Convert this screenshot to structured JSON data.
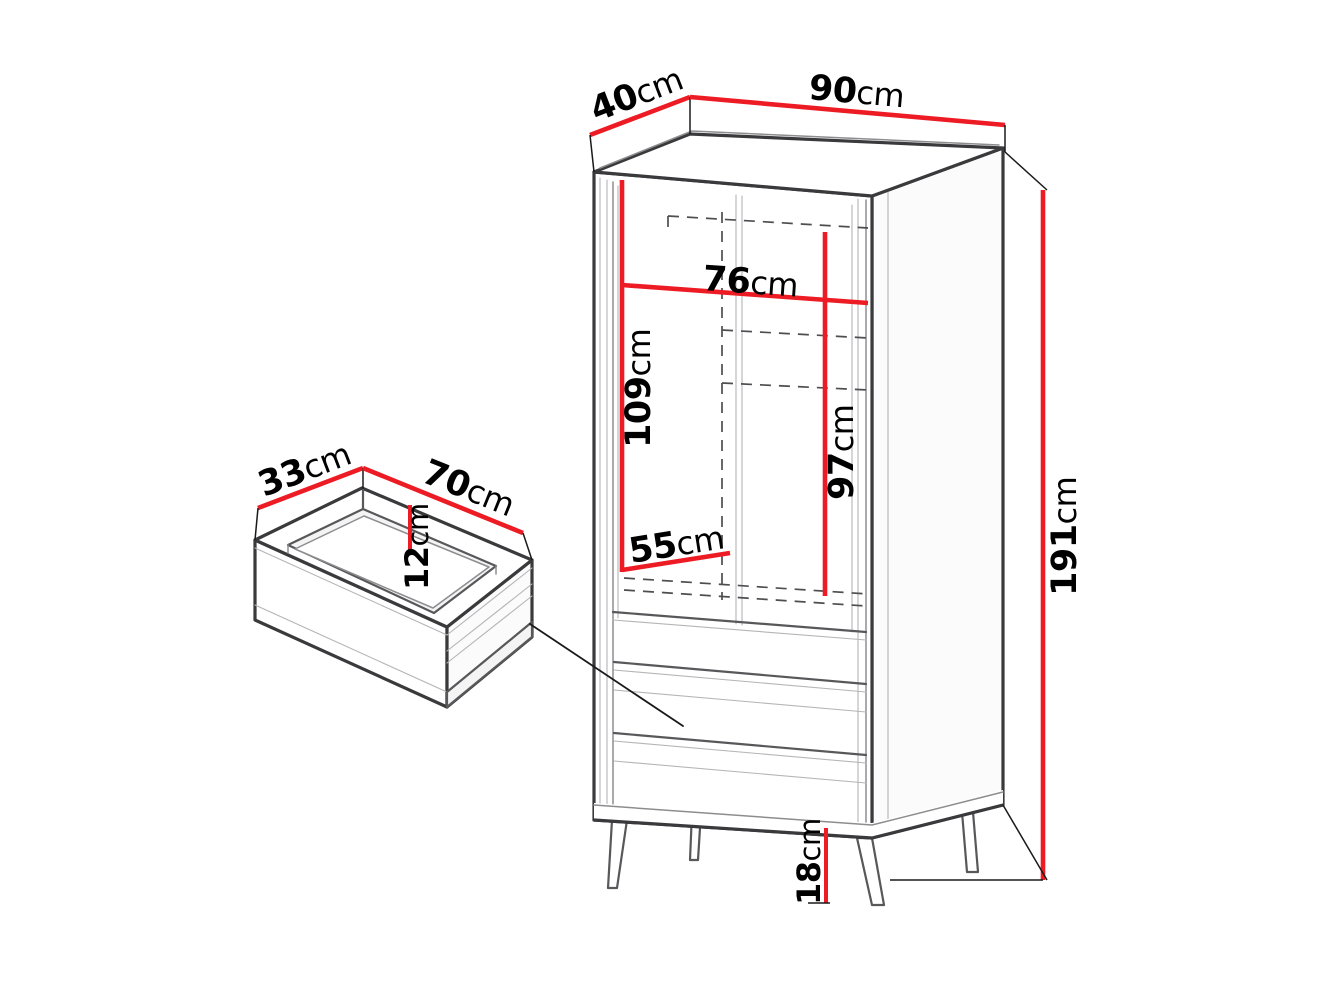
{
  "diagram": {
    "title": "Wardrobe cabinet technical dimension drawing",
    "unit": "cm",
    "accent_color": "#ed1b24",
    "outline_color": "#3a3a3c",
    "background_color": "#ffffff"
  },
  "cabinet": {
    "name": "Tall wardrobe cabinet with doors, drawers and splayed legs",
    "dimensions": {
      "depth": {
        "value": "40",
        "unit": "cm",
        "label": "40cm"
      },
      "width": {
        "value": "90",
        "unit": "cm",
        "label": "90cm"
      },
      "total_height": {
        "value": "191",
        "unit": "cm",
        "label": "191cm"
      },
      "leg_height": {
        "value": "18",
        "unit": "cm",
        "label": "18cm"
      }
    },
    "interior": {
      "shelf_width": {
        "value": "76",
        "unit": "cm",
        "label": "76cm"
      },
      "left_compartment_height": {
        "value": "109",
        "unit": "cm",
        "label": "109cm"
      },
      "right_compartment_height": {
        "value": "97",
        "unit": "cm",
        "label": "97cm"
      },
      "lower_shelf_width": {
        "value": "55",
        "unit": "cm",
        "label": "55cm"
      }
    }
  },
  "drawer": {
    "name": "Pull-out drawer detail",
    "dimensions": {
      "depth": {
        "value": "33",
        "unit": "cm",
        "label": "33cm"
      },
      "width": {
        "value": "70",
        "unit": "cm",
        "label": "70cm"
      },
      "height": {
        "value": "12",
        "unit": "cm",
        "label": "12cm"
      }
    }
  },
  "labels": {
    "d40": {
      "num": "40",
      "unit": "cm"
    },
    "d90": {
      "num": "90",
      "unit": "cm"
    },
    "d191": {
      "num": "191",
      "unit": "cm"
    },
    "d18": {
      "num": "18",
      "unit": "cm"
    },
    "d76": {
      "num": "76",
      "unit": "cm"
    },
    "d109": {
      "num": "109",
      "unit": "cm"
    },
    "d97": {
      "num": "97",
      "unit": "cm"
    },
    "d55": {
      "num": "55",
      "unit": "cm"
    },
    "d33": {
      "num": "33",
      "unit": "cm"
    },
    "d70": {
      "num": "70",
      "unit": "cm"
    },
    "d12": {
      "num": "12",
      "unit": "cm"
    }
  }
}
